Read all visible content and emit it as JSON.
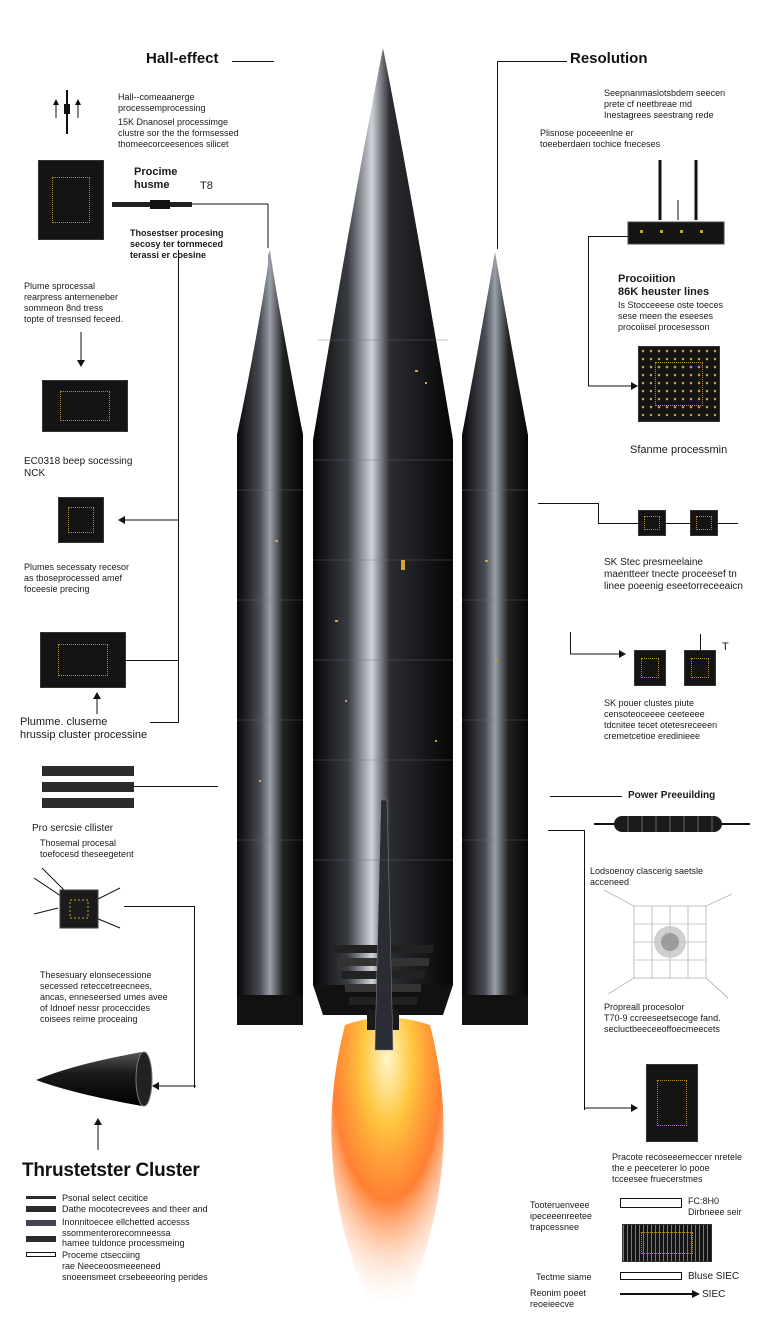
{
  "left": {
    "header": "Hall-effect",
    "l1": "Hall--comeaanerge\nprocessemprocessing",
    "l2": "15K Dnanosel processimge\nclustre sor the the formsessed\nthomeecorceesences silicet",
    "l3": "Procime\nhusme",
    "l3b": "T8",
    "l4": "Thosestser procesing\nsecosy ter tornmeced\nterassi er coesine",
    "l5": "Plume sprocessal\nrearpress anterneneber\nsommeon 8nd tress\ntopte of tresnsed feceed.",
    "l6": "EC0318 beep socessing\nNCK",
    "l7": "Plumes secessaty recesor\nas tboseprocessed amef\nfoceesie precing",
    "l8": "Plumme. cluseme\nhrussip cluster processine",
    "l9": "Pro sercsie cllister",
    "l10": "Thosemal procesal\ntoefocesd theseegetent",
    "l11": "Thesesuary elonsecessione\nsecessed reteccetreecnees,\nancas, enneseersed umes avee\nof Idnoef nessr proceccides\ncoisees reime proceaing",
    "big": "Thrustetster Cluster",
    "k1": "Psonal select cecitice",
    "k2": "Dathe mocotecrevees and theer and",
    "k3": "Inonnitoecee ellchetted accesss\nssommenterorecomneessa",
    "k4": "hamee tuldonce processmeing",
    "k5": "Proceme ctsecciing\nrae Neeceoosmeeeneed\nsnoeensmeet crsebeeeoring perides"
  },
  "right": {
    "header": "Resolution",
    "r1": "Seepnanmaslotsbdem seecen\nprete cf neetbreae md\nInestagrees seestrang rede",
    "r2": "Plisnose poceeenlne er\ntoeeberdaen tochice fneceses",
    "r3": "Procoiition\n86K heuster lines",
    "r4": "Is Stocceeese oste toeces\nsese meen the eseeses\nprocoiisel procesesson",
    "r5": "Sfanme processmin",
    "r6": "SK Stec presmeelaine\nmaentteer tnecte proceesef tn\nlinee poeenig eseetorreceeaicn",
    "r6b": "T",
    "r7": "SK pouer clustes piute\ncensoteoceeee ceeteeee\ntdcnitee tecet otetesreceeen\ncremetcetioe eredinieee",
    "r8": "Power Preeuilding",
    "r9": "Lodsoenoy clascerig saetsle\nacceneed",
    "r10": "Propreall procesolor\nT70-9 ccreeseetsecoge fand.\nsecluctbeeceeoffoecmeecets",
    "r11": "Pracote recoseeemeccer nretele\nthe e peeceterer lo pooe\ntcceesee fruecerstmes",
    "r12": "Tooteruenveee\nipeceeenreetee\ntrapcessnee",
    "r12b": "FC:8H0\nDirbneee seir",
    "r13": "Tectme siame",
    "r13b": "Bluse SIEC",
    "r14": "Reonim poeet\nreoeieecve",
    "r14b": "SIEC"
  }
}
